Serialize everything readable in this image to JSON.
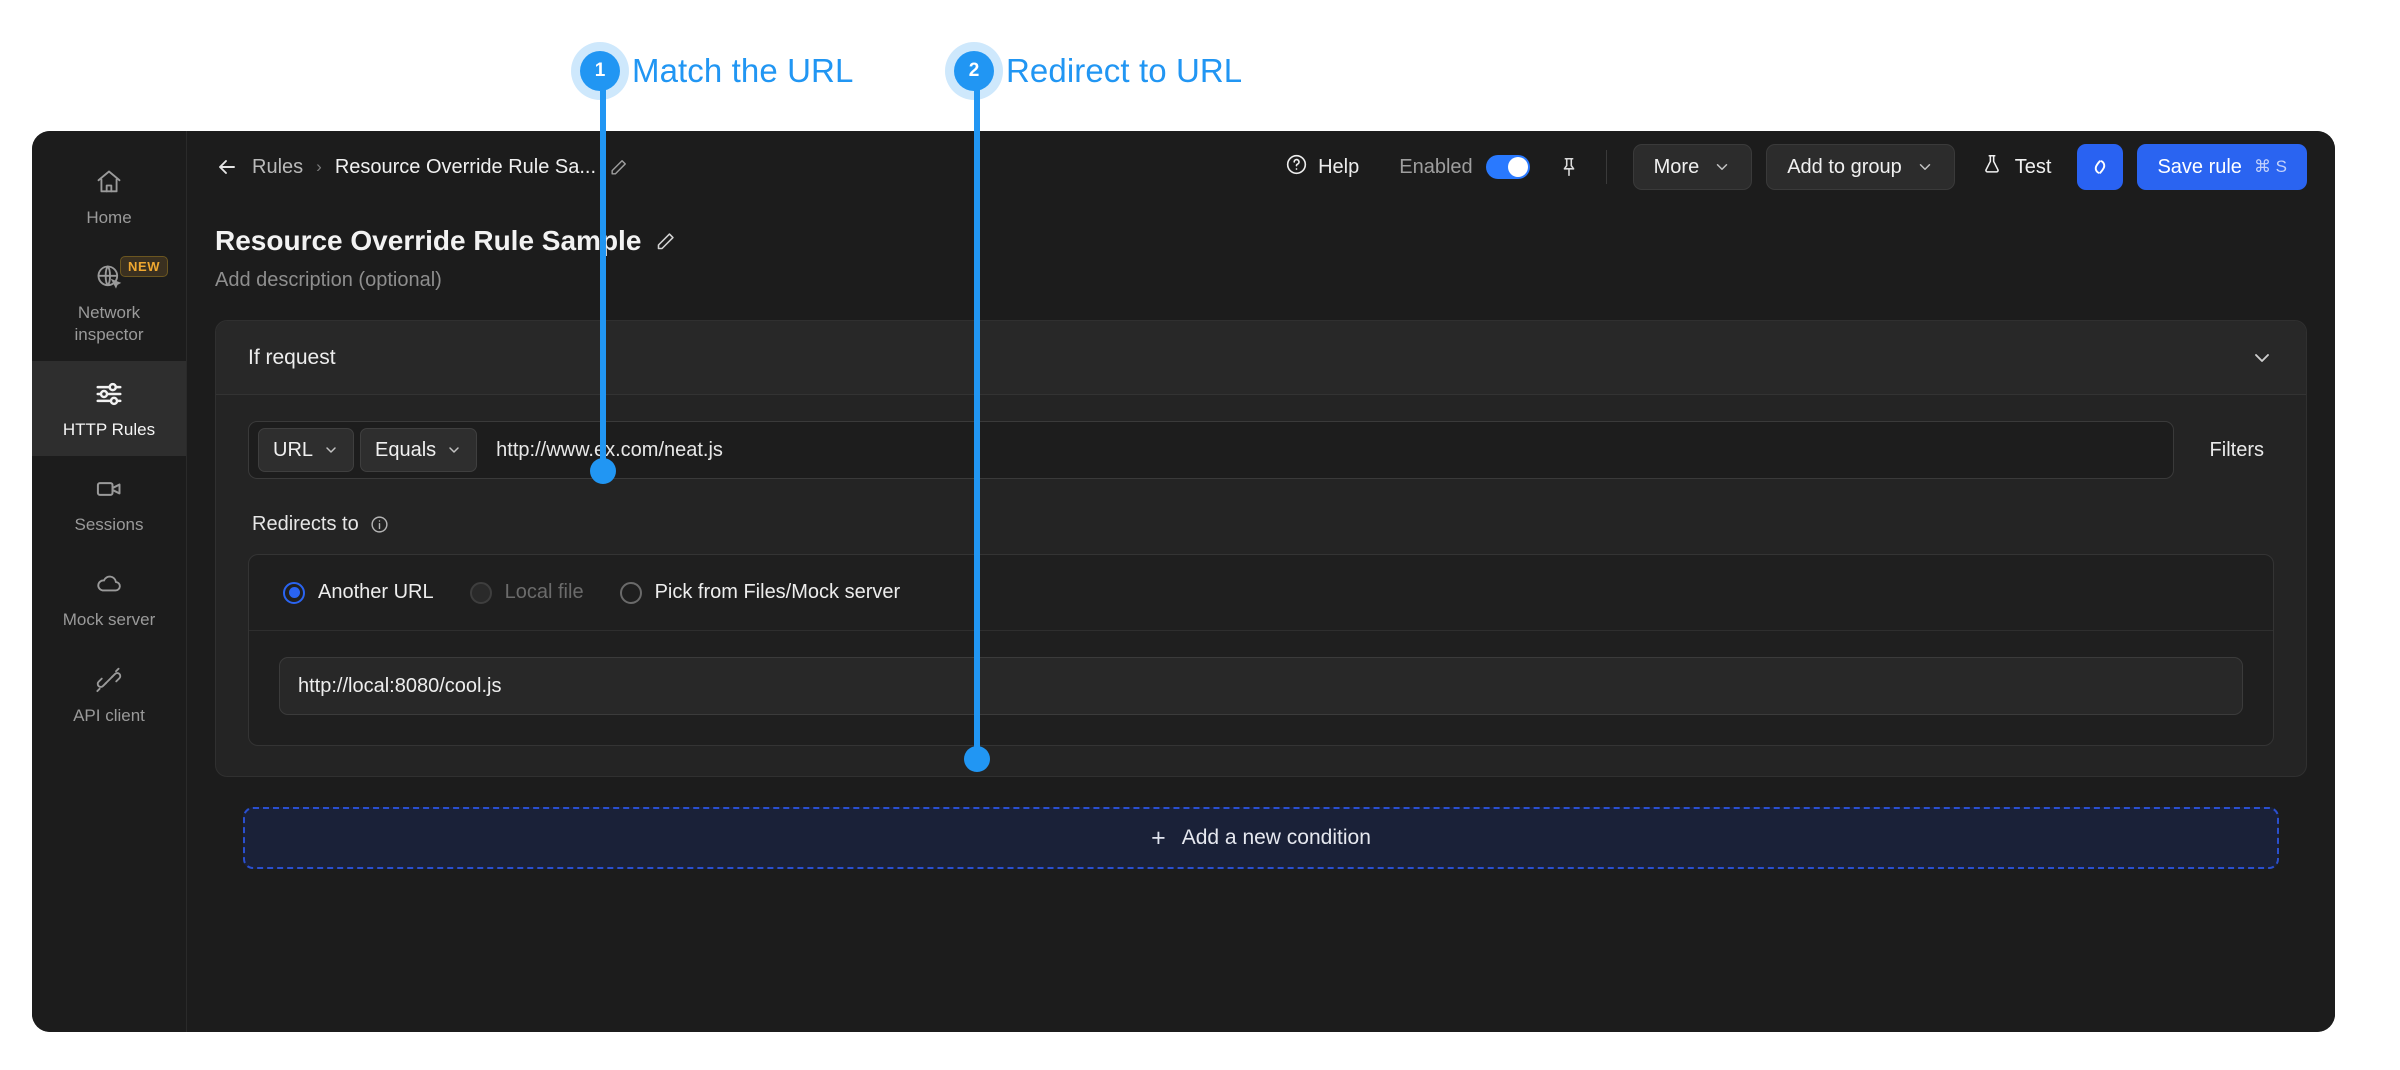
{
  "callouts": [
    {
      "number": "1",
      "label": "Match the URL"
    },
    {
      "number": "2",
      "label": "Redirect to URL"
    }
  ],
  "sidebar": {
    "items": [
      {
        "label": "Home",
        "icon": "home-icon",
        "badge": null,
        "active": false
      },
      {
        "label": "Network inspector",
        "icon": "globe-cursor-icon",
        "badge": "NEW",
        "active": false
      },
      {
        "label": "HTTP Rules",
        "icon": "sliders-icon",
        "badge": null,
        "active": true
      },
      {
        "label": "Sessions",
        "icon": "video-camera-icon",
        "badge": null,
        "active": false
      },
      {
        "label": "Mock server",
        "icon": "cloud-icon",
        "badge": null,
        "active": false
      },
      {
        "label": "API client",
        "icon": "plug-connect-icon",
        "badge": null,
        "active": false
      }
    ]
  },
  "toolbar": {
    "breadcrumb_root": "Rules",
    "breadcrumb_separator": "›",
    "breadcrumb_current": "Resource Override Rule Sa...",
    "help_label": "Help",
    "enabled_label": "Enabled",
    "enabled_state": true,
    "more_label": "More",
    "add_to_group_label": "Add to group",
    "test_label": "Test",
    "save_label": "Save rule",
    "save_shortcut": "⌘ S"
  },
  "rule": {
    "title": "Resource Override Rule Sample",
    "description_placeholder": "Add description (optional)"
  },
  "request_card": {
    "header": "If request",
    "condition": {
      "field": "URL",
      "operator": "Equals",
      "value": "http://www.ex.com/neat.js",
      "filters_label": "Filters"
    },
    "redirects_label": "Redirects to",
    "redirect_options": [
      {
        "label": "Another URL",
        "selected": true,
        "disabled": false
      },
      {
        "label": "Local file",
        "selected": false,
        "disabled": true
      },
      {
        "label": "Pick from Files/Mock server",
        "selected": false,
        "disabled": false
      }
    ],
    "redirect_url": "http://local:8080/cool.js"
  },
  "add_condition_label": "Add a new condition",
  "colors": {
    "accent_blue": "#2196f3",
    "primary_button": "#2a64f1",
    "toggle_on": "#2979ff",
    "badge_new": "#f0a830",
    "window_bg": "#1c1c1c"
  }
}
